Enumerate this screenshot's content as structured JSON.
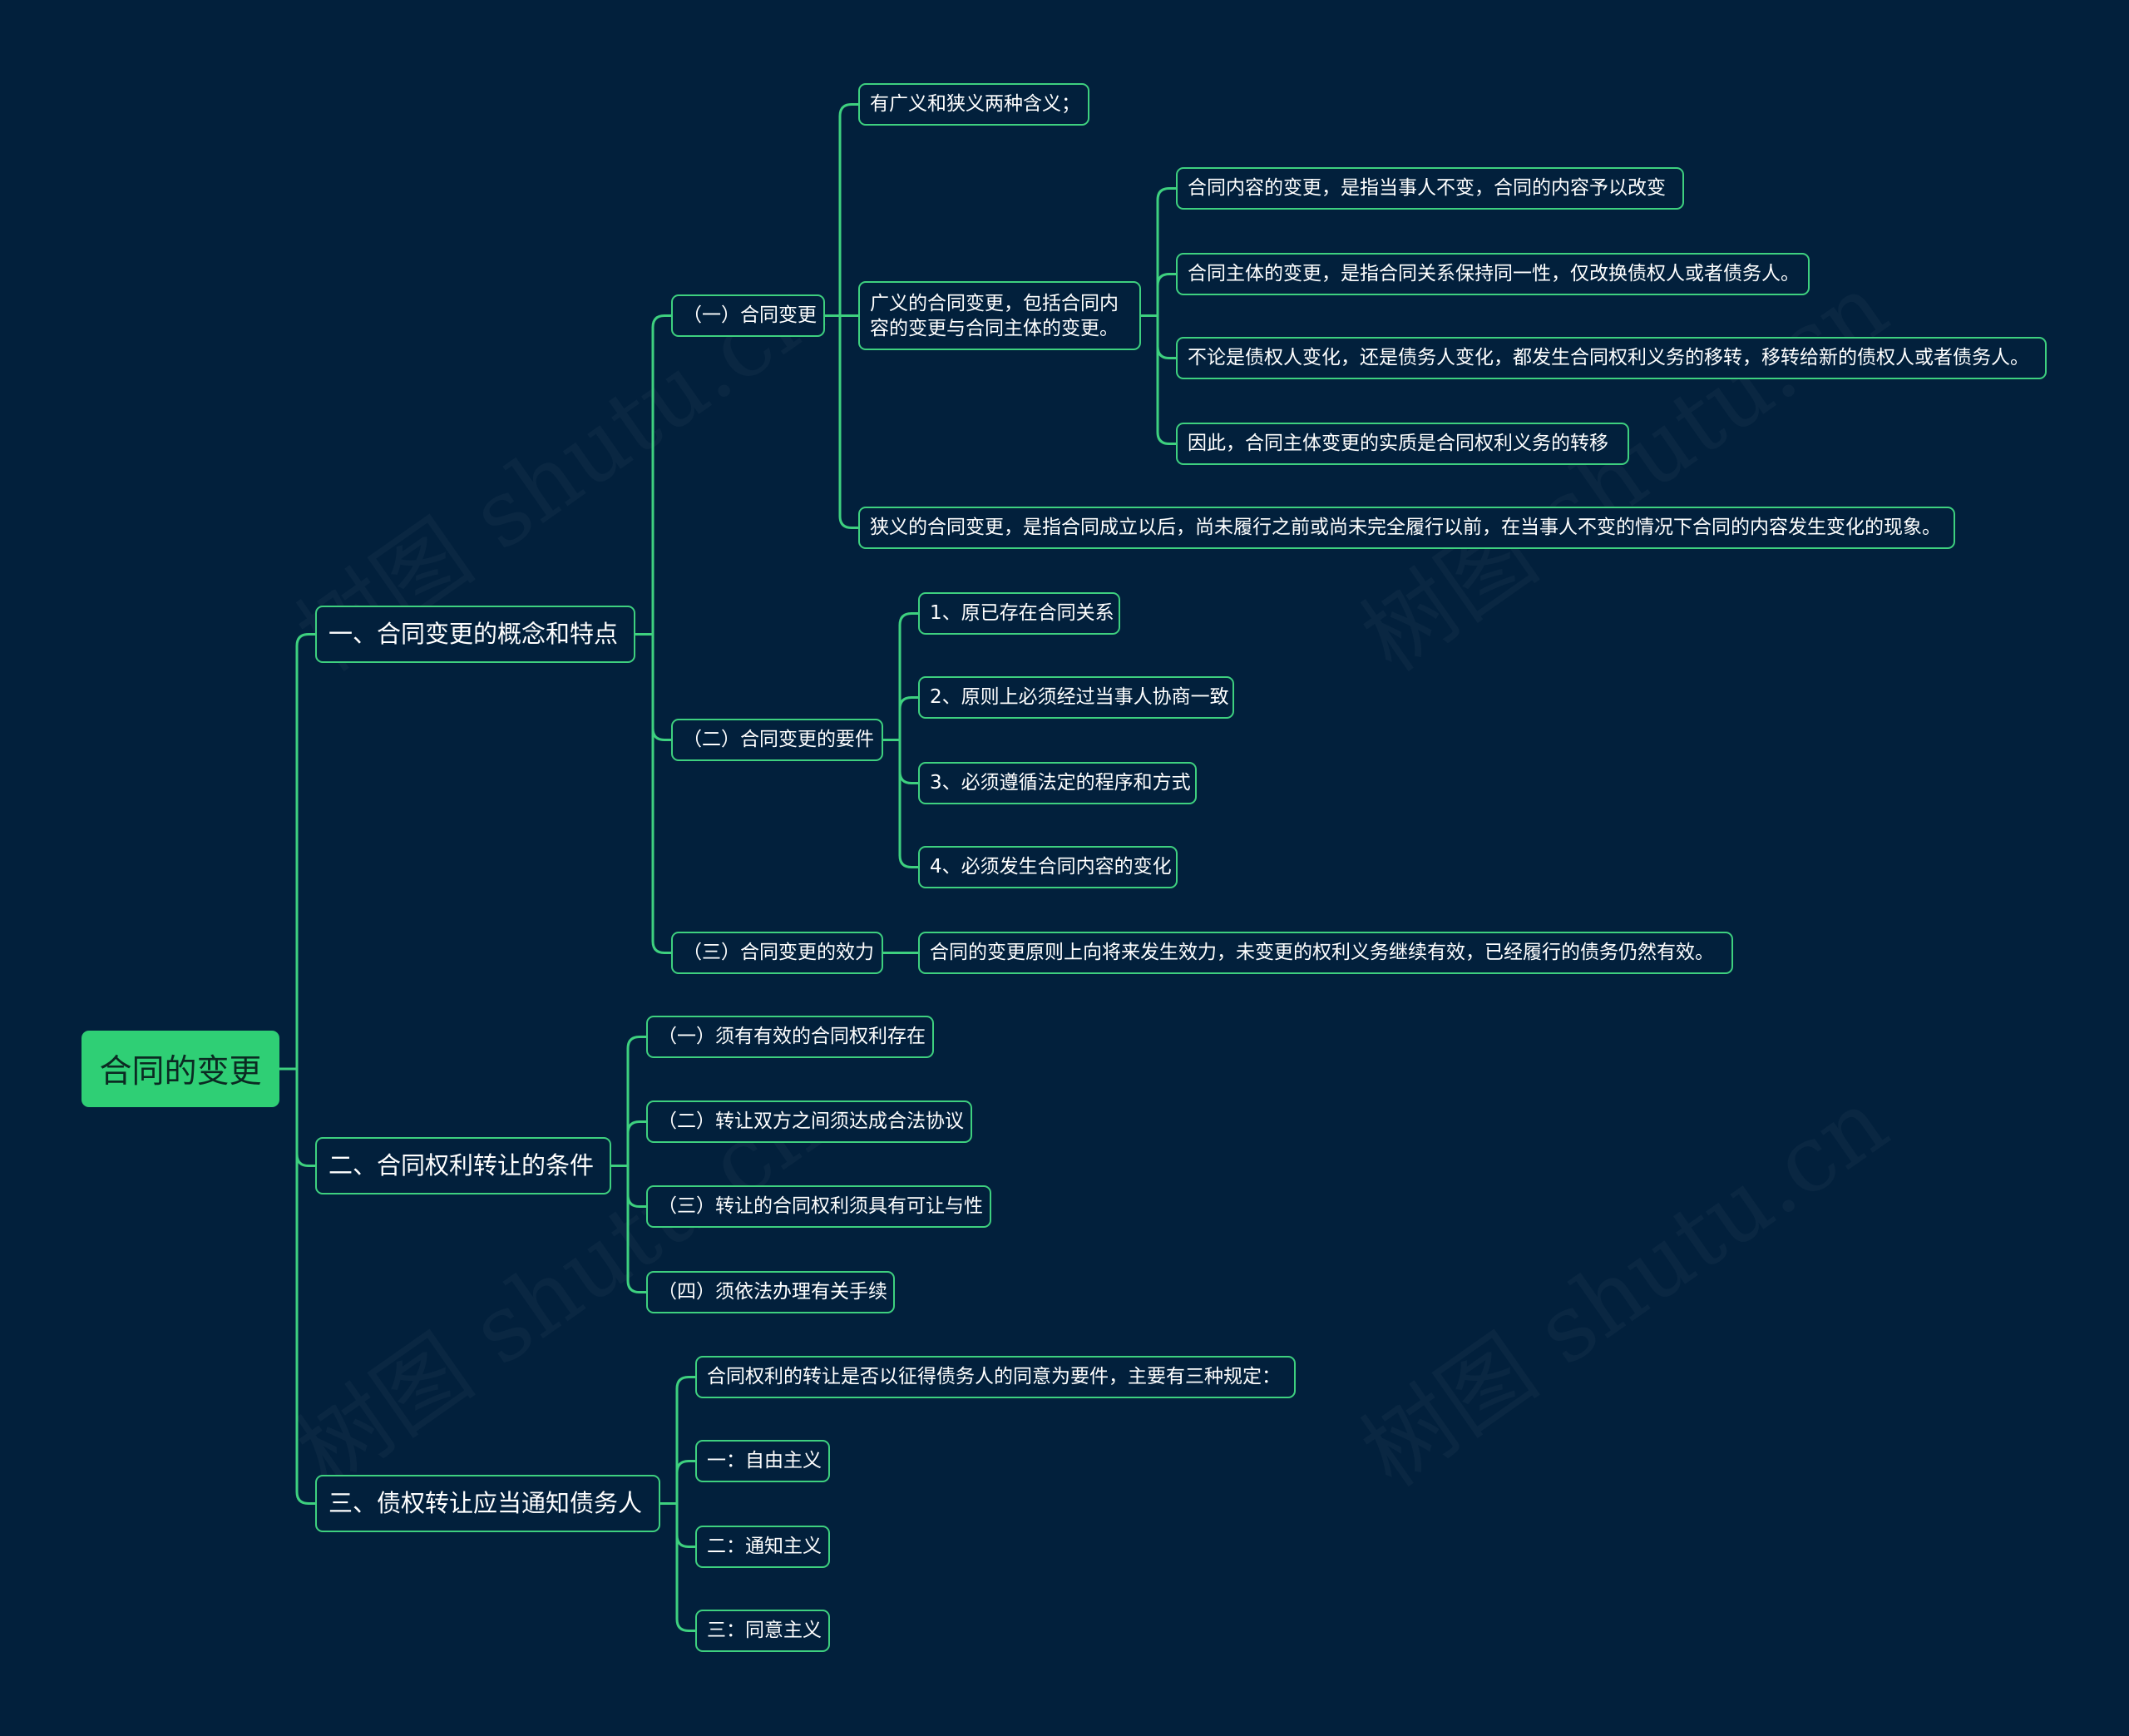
{
  "root": "合同的变更",
  "watermark": "树图 shutu.cn",
  "colors": {
    "background": "#02203c",
    "line": "#3ed07f",
    "root_fill": "#2fcf75"
  },
  "n1": {
    "label": "一、合同变更的概念和特点",
    "a": {
      "label": "（一）合同变更",
      "children": [
        "有广义和狭义两种含义；",
        "广义的合同变更，包括合同内容的变更与合同主体的变更。",
        "狭义的合同变更，是指合同成立以后，尚未履行之前或尚未完全履行以前，在当事人不变的情况下合同的内容发生变化的现象。"
      ],
      "broad_children": [
        "合同内容的变更，是指当事人不变，合同的内容予以改变",
        "合同主体的变更，是指合同关系保持同一性，仅改换债权人或者债务人。",
        "不论是债权人变化，还是债务人变化，都发生合同权利义务的移转，移转给新的债权人或者债务人。",
        "因此，合同主体变更的实质是合同权利义务的转移"
      ]
    },
    "b": {
      "label": "（二）合同变更的要件",
      "children": [
        "1、原已存在合同关系",
        "2、原则上必须经过当事人协商一致",
        "3、必须遵循法定的程序和方式",
        "4、必须发生合同内容的变化"
      ]
    },
    "c": {
      "label": "（三）合同变更的效力",
      "children": [
        "合同的变更原则上向将来发生效力，未变更的权利义务继续有效，已经履行的债务仍然有效。"
      ]
    }
  },
  "n2": {
    "label": "二、合同权利转让的条件",
    "children": [
      "（一）须有有效的合同权利存在",
      "（二）转让双方之间须达成合法协议",
      "（三）转让的合同权利须具有可让与性",
      "（四）须依法办理有关手续"
    ]
  },
  "n3": {
    "label": "三、债权转让应当通知债务人",
    "children": [
      "合同权利的转让是否以征得债务人的同意为要件，主要有三种规定：",
      "一：自由主义",
      "二：通知主义",
      "三：同意主义"
    ]
  }
}
